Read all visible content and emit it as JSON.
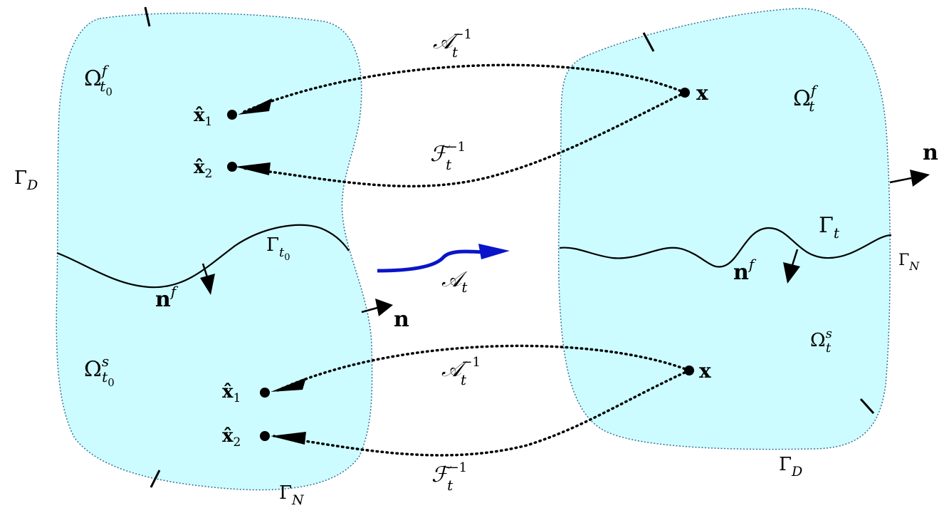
{
  "colors": {
    "domain_fill": "#ccfcff",
    "domain_border": "#3b6f94",
    "map_arrow": "#0a14c8",
    "ink": "#000000"
  },
  "left_domain": {
    "fluid_label": {
      "base": "Ω",
      "sup": "f",
      "sub": "t",
      "subsub": "0"
    },
    "solid_label": {
      "base": "Ω",
      "sup": "s",
      "sub": "t",
      "subsub": "0"
    },
    "interface_label": {
      "base": "Γ",
      "sub": "t",
      "subsub": "0"
    },
    "dirichlet_label": {
      "base": "Γ",
      "sub": "D"
    },
    "neumann_label": {
      "base": "Γ",
      "sub": "N"
    },
    "normal_f_label": {
      "base": "n",
      "sup": "f"
    },
    "normal_label": "n",
    "fluid_points": [
      {
        "base": "x̂",
        "sub": "1"
      },
      {
        "base": "x̂",
        "sub": "2"
      }
    ],
    "solid_points": [
      {
        "base": "x̂",
        "sub": "1"
      },
      {
        "base": "x̂",
        "sub": "2"
      }
    ]
  },
  "right_domain": {
    "fluid_label": {
      "base": "Ω",
      "sup": "f",
      "sub": "t"
    },
    "solid_label": {
      "base": "Ω",
      "sup": "s",
      "sub": "t"
    },
    "interface_label": {
      "base": "Γ",
      "sub": "t"
    },
    "dirichlet_label": {
      "base": "Γ",
      "sub": "D"
    },
    "neumann_label": {
      "base": "Γ",
      "sub": "N"
    },
    "normal_f_label": {
      "base": "n",
      "sup": "f"
    },
    "normal_label": "n",
    "fluid_point": "x",
    "solid_point": "x"
  },
  "maps": {
    "forward": {
      "base": "𝒜",
      "sub": "t"
    },
    "ale_inverse_top": {
      "base": "𝒜",
      "sup": "−1",
      "sub": "t"
    },
    "def_inverse_top": {
      "base": "ℱ",
      "sup": "−1",
      "sub": "t"
    },
    "ale_inverse_bottom": {
      "base": "𝒜",
      "sup": "−1",
      "sub": "t"
    },
    "def_inverse_bottom": {
      "base": "ℱ",
      "sup": "−1",
      "sub": "t"
    }
  }
}
